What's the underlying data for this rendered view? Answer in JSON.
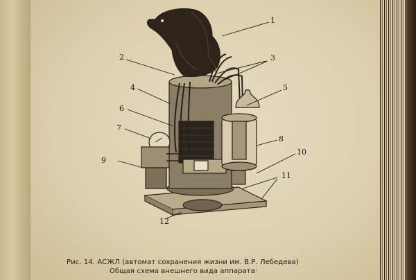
{
  "figure": {
    "callouts": [
      "1",
      "2",
      "3",
      "4",
      "5",
      "6",
      "7",
      "8",
      "9",
      "10",
      "11",
      "12"
    ]
  },
  "caption": {
    "line1": "Рис. 14. АСЖЛ (автомат сохранения жизни им. В.Р. Лебедева)",
    "line2": "Общая схема внешнего вида аппарата·"
  },
  "colors": {
    "paper": "#dccfae",
    "ink": "#1e1812"
  }
}
